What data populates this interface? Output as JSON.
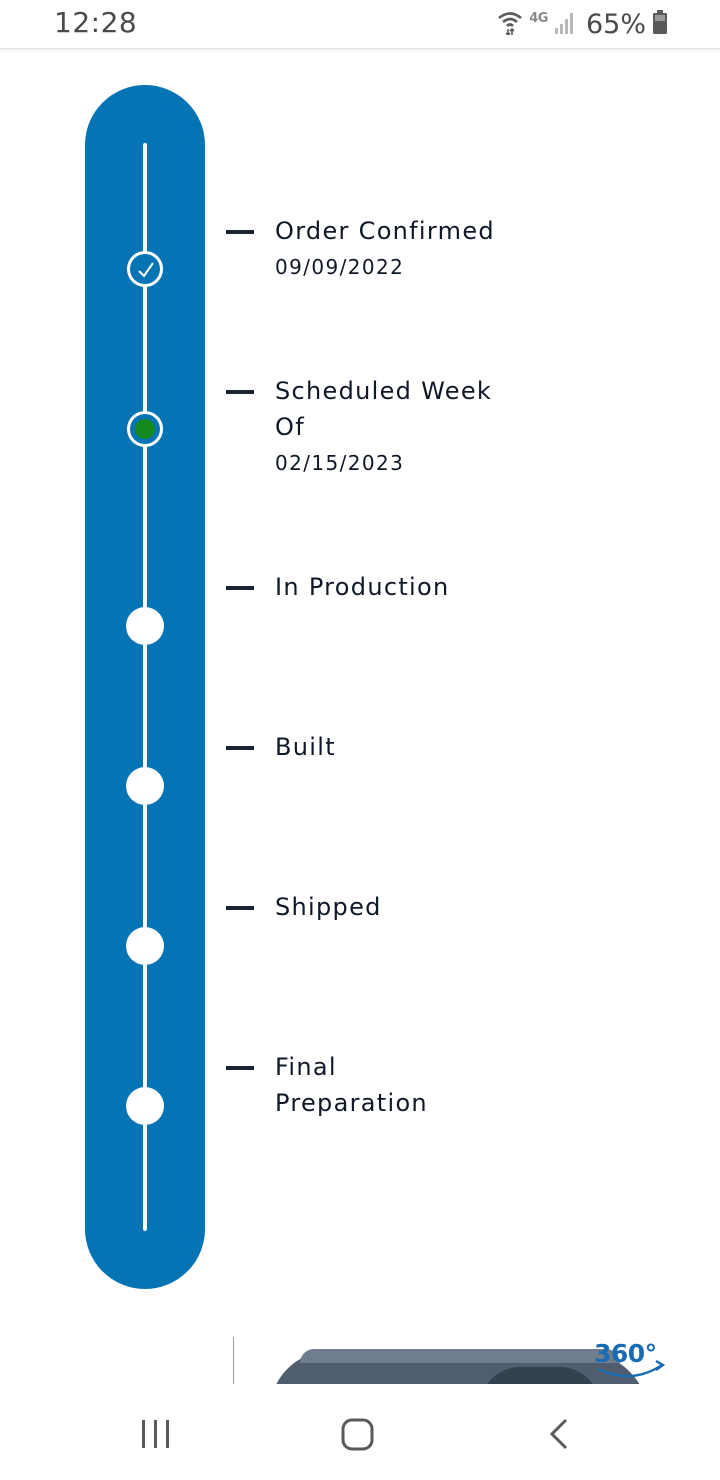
{
  "status_bar": {
    "time": "12:28",
    "network_label": "4G",
    "battery_percent": "65%",
    "icons": [
      "wifi-icon",
      "signal-icon",
      "battery-icon"
    ]
  },
  "tracker": {
    "accent_color": "#0474b4",
    "current_color": "#15891f",
    "steps": [
      {
        "title": "Order Confirmed",
        "date": "09/09/2022",
        "state": "complete"
      },
      {
        "title": "Scheduled Week Of",
        "date": "02/15/2023",
        "state": "current"
      },
      {
        "title": "In Production",
        "date": "",
        "state": "pending"
      },
      {
        "title": "Built",
        "date": "",
        "state": "pending"
      },
      {
        "title": "Shipped",
        "date": "",
        "state": "pending"
      },
      {
        "title": "Final Preparation",
        "date": "",
        "state": "pending"
      }
    ]
  },
  "preview": {
    "badge": "360°"
  },
  "nav_bar": {
    "icons": [
      "recent-apps-icon",
      "home-icon",
      "back-icon"
    ]
  }
}
